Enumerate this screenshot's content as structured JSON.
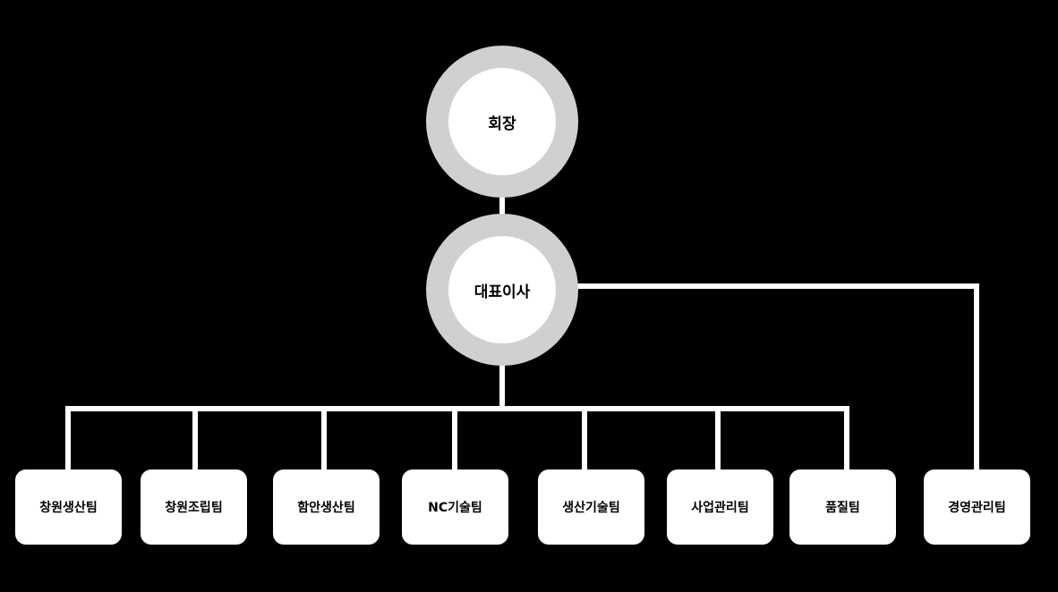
{
  "chairman": {
    "label": "회장"
  },
  "ceo": {
    "label": "대표이사"
  },
  "teams": [
    {
      "label": "창원생산팀"
    },
    {
      "label": "창원조립팀"
    },
    {
      "label": "함안생산팀"
    },
    {
      "label": "NC기술팀"
    },
    {
      "label": "생산기술팀"
    },
    {
      "label": "사업관리팀"
    },
    {
      "label": "품질팀"
    }
  ],
  "staff_team": {
    "label": "경영관리팀"
  },
  "colors": {
    "ring": "#d0d0d0",
    "node": "#ffffff",
    "background": "#000000",
    "connector": "#ffffff"
  }
}
